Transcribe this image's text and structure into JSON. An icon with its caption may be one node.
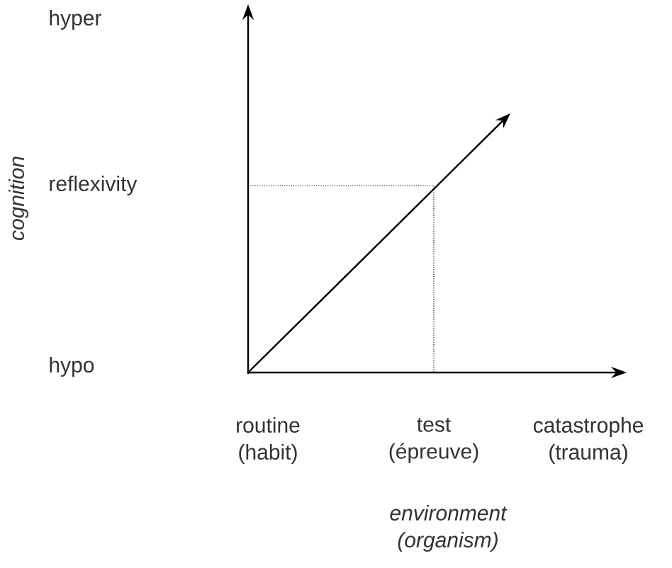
{
  "diagram": {
    "labels": [
      "hyper",
      "reflexivity",
      "cognition",
      "hypo",
      "routine (habit)",
      "test (épreuve)",
      "catastrophe (trauma)",
      "environment (organism)"
    ]
  }
}
